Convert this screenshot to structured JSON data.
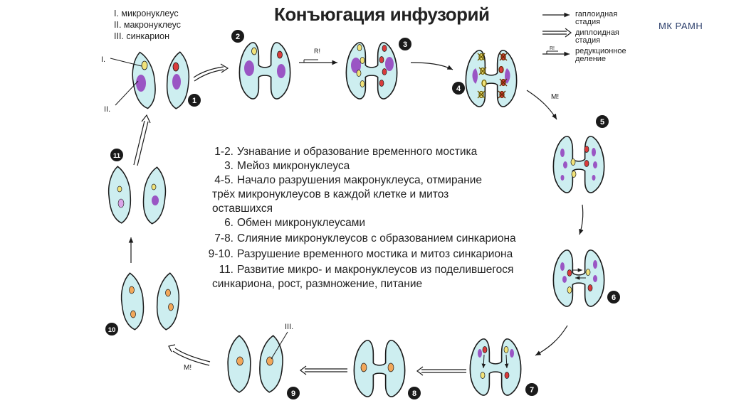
{
  "title": "Конъюгация инфузорий",
  "brand": "МК РАМН",
  "legend_top": [
    "I. микронуклеус",
    "II. макронуклеус",
    "III. синкарион"
  ],
  "legend_arrows": [
    {
      "type": "single",
      "label_lines": [
        "гаплоидная",
        "стадия"
      ]
    },
    {
      "type": "double",
      "label_lines": [
        "диплоидная",
        "стадия"
      ]
    },
    {
      "type": "reduction",
      "mark": "R!",
      "label_lines": [
        "редукционное",
        "деление"
      ]
    }
  ],
  "steps": [
    {
      "num": "1-2.",
      "lines": [
        "Узнавание и образование временного мостика"
      ]
    },
    {
      "num": "3.",
      "lines": [
        "Мейоз микронуклеуса"
      ]
    },
    {
      "num": "4-5.",
      "lines": [
        "Начало разрушения макронуклеуса, отмирание",
        "трёх микронуклеусов в каждой клетке и митоз",
        "оставшихся"
      ]
    },
    {
      "num": "6.",
      "lines": [
        "Обмен микронуклеусами"
      ]
    },
    {
      "num": "7-8.",
      "lines": [
        "Слияние микронуклеусов с образованием синкариона"
      ]
    },
    {
      "num": "9-10.",
      "lines": [
        "Разрушение временного мостика и митоз синкариона"
      ]
    },
    {
      "num": "11.",
      "lines": [
        "Развитие микро- и макронуклеусов из поделившегося",
        "синкариона, рост, размножение, питание"
      ]
    }
  ],
  "stage_numbers": [
    "1",
    "2",
    "3",
    "4",
    "5",
    "6",
    "7",
    "8",
    "9",
    "10",
    "11"
  ],
  "arrow_labels": {
    "r": "R!",
    "m1": "M!",
    "m2": "M!"
  },
  "callouts": {
    "micronucleus": "I.",
    "macronucleus": "II.",
    "syncarion": "III."
  },
  "colors": {
    "cell_fill": "#cdeef0",
    "cell_stroke": "#1a1a1a",
    "micro": "#f1e37a",
    "macro": "#9a55c4",
    "red": "#d93b3b",
    "syncarion": "#f2a75a",
    "badge": "#1a1a1a"
  }
}
